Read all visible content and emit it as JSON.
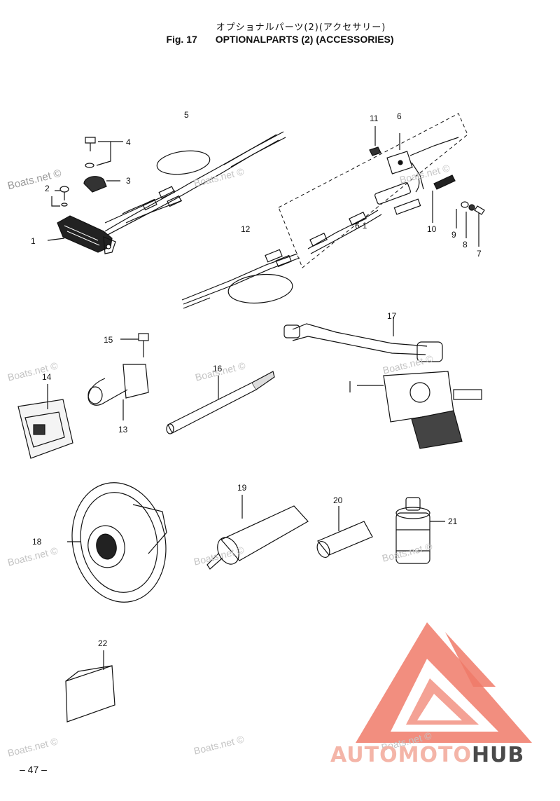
{
  "header": {
    "jp_title": "オプショナルパーツ(2)(アクセサリー)",
    "fig_label": "Fig. 17",
    "en_title": "OPTIONALPARTS (2) (ACCESSORIES)"
  },
  "watermark": "Boats.net ©",
  "callouts": [
    "1",
    "2",
    "3",
    "4",
    "5",
    "6",
    "6-1",
    "7",
    "8",
    "9",
    "10",
    "11",
    "12",
    "13",
    "14",
    "15",
    "16",
    "17",
    "18",
    "19",
    "20",
    "21",
    "22"
  ],
  "page_number": "– 47 –",
  "brand": {
    "part1": "AUTOMOTO",
    "part2": "HUB",
    "logo_color": "#f07a68"
  }
}
